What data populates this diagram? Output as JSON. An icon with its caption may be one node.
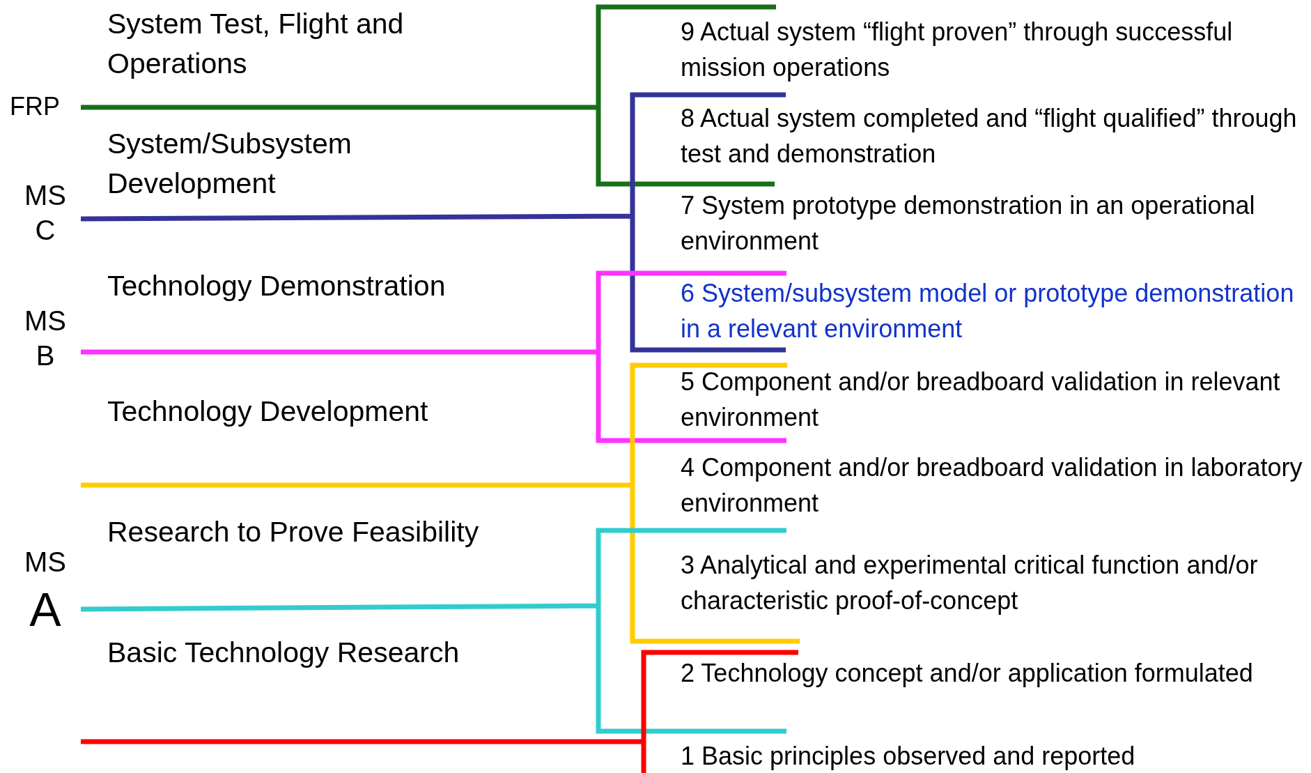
{
  "diagram": {
    "labels": [
      "System Test, Flight and Operations",
      "System/Subsystem Development",
      "Technology Demonstration",
      "Technology Development",
      "Research to Prove Feasibility",
      "Basic Technology Research",
      "FRP",
      "MS C",
      "MS B",
      "MS",
      "A",
      "9 Actual system “flight proven” through successful mission operations",
      "8 Actual system completed and “flight qualified” through test and demonstration",
      "7 System prototype demonstration in an operational environment",
      "6 System/subsystem model or prototype demonstration in a relevant environment",
      "5 Component and/or breadboard validation in relevant environment",
      "4 Component and/or breadboard validation in laboratory environment",
      "3 Analytical and experimental critical function and/or characteristic proof-of-concept",
      "2 Technology concept and/or application formulated",
      "1 Basic principles observed and reported"
    ]
  }
}
